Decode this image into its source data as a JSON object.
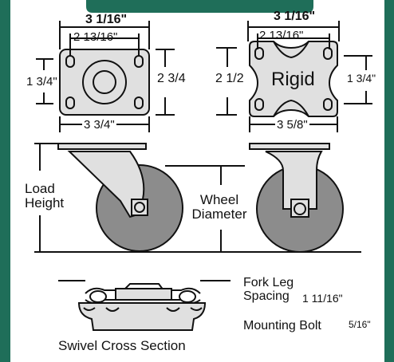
{
  "colors": {
    "border": "#1f6e59",
    "wheel": "#8c8c8c",
    "plate": "#e0e0e0",
    "line": "#111111"
  },
  "top_views": {
    "swivel_plate": {
      "width_outer": "3 1/16\"",
      "width_inner": "2 13/16\"",
      "height_outer": "1 3/4\"",
      "height_inner": "2 3/4",
      "bottom_width": "3 3/4\""
    },
    "rigid_plate": {
      "label": "Rigid",
      "width_outer": "3 1/16\"",
      "width_inner": "2 13/16\"",
      "height_outer": "2 1/2",
      "height_inner": "1 3/4\"",
      "bottom_width": "3 5/8\""
    }
  },
  "side_views": {
    "load_height_label": "Load Height",
    "wheel_diameter_label": "Wheel Diameter"
  },
  "cross_section": {
    "caption": "Swivel Cross Section"
  },
  "specs": {
    "fork_leg_spacing_label": "Fork Leg Spacing",
    "fork_leg_spacing_value": "1 11/16\"",
    "mounting_bolt_label": "Mounting Bolt",
    "mounting_bolt_value": "5/16\""
  }
}
